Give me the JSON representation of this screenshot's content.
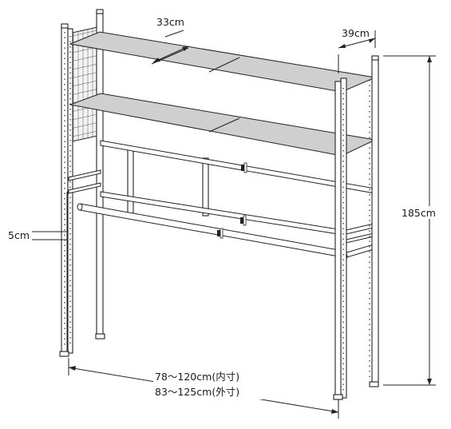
{
  "dimensions": {
    "shelf_depth": "33cm",
    "side_depth": "39cm",
    "height": "185cm",
    "pitch": "5cm",
    "width_inner": "78〜120cm(内寸)",
    "width_outer": "83〜125cm(外寸)"
  },
  "colors": {
    "line": "#222222",
    "shelf": "#cfcfcf",
    "background": "#ffffff"
  }
}
